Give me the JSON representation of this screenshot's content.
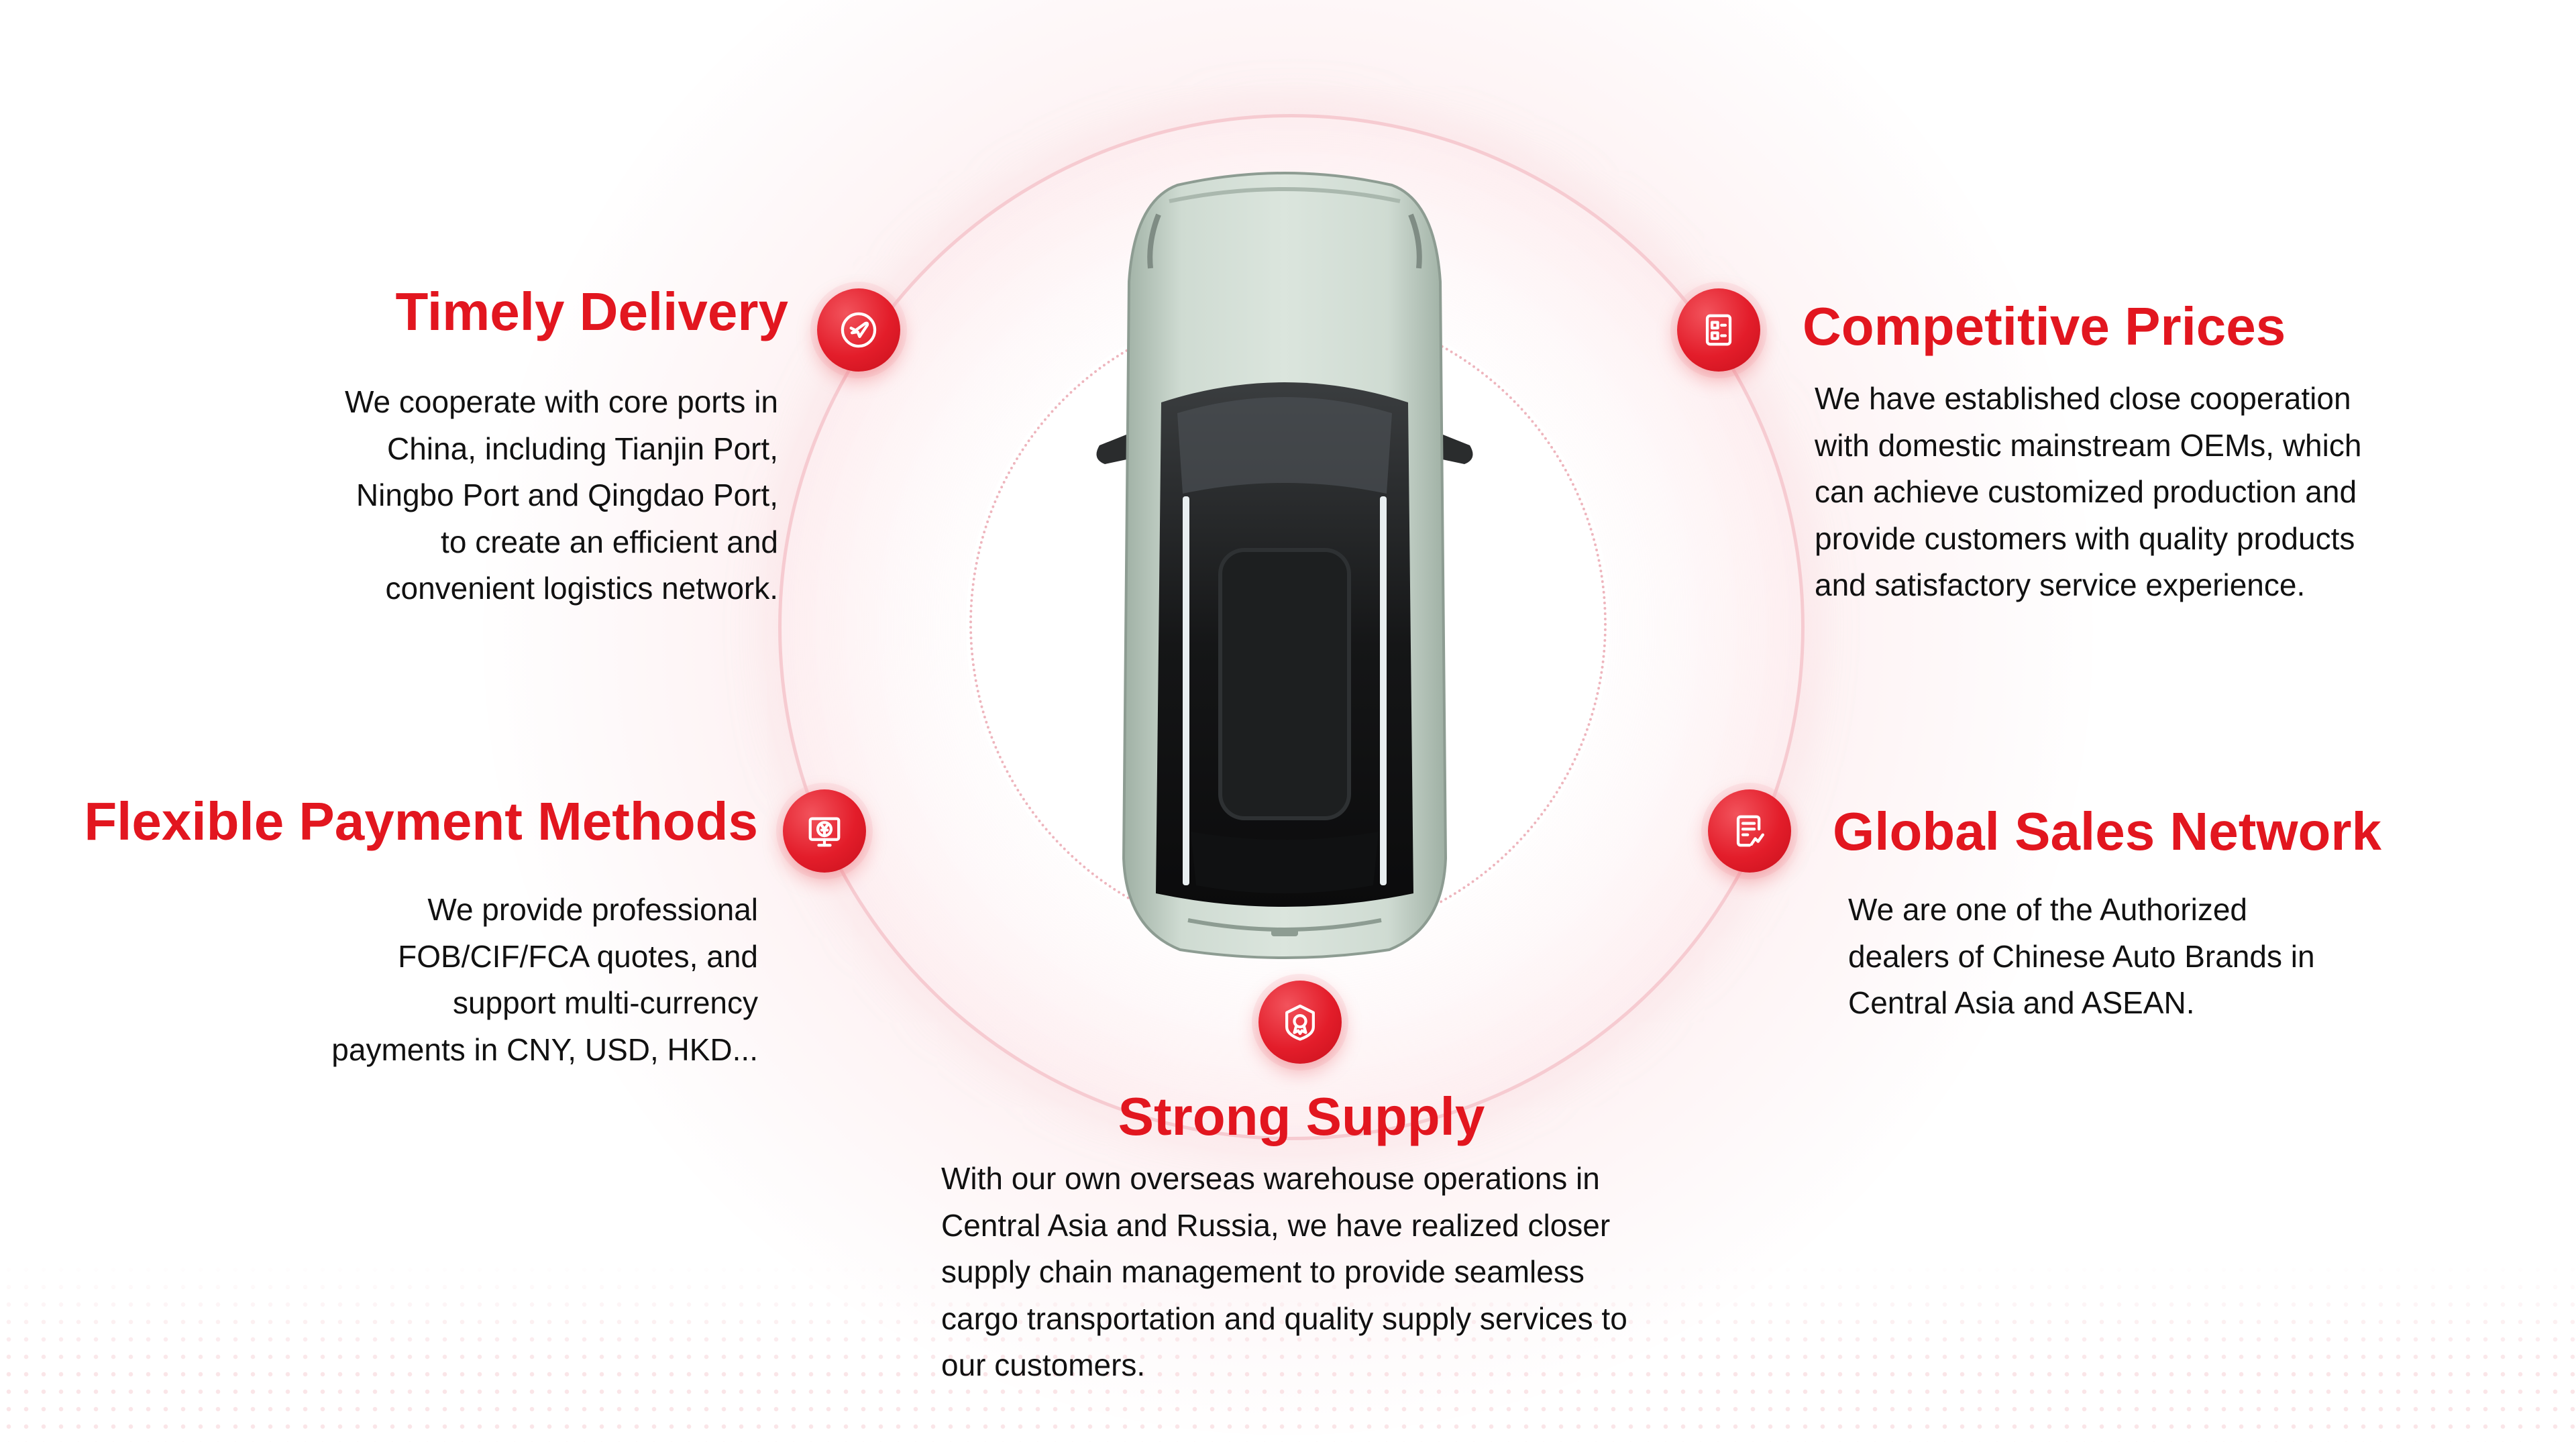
{
  "features": {
    "timely_delivery": {
      "icon": "airplane-icon",
      "title": "Timely Delivery",
      "description": "We cooperate with core ports in\nChina, including Tianjin Port,\nNingbo Port and Qingdao Port,\nto create an efficient and\nconvenient logistics network."
    },
    "competitive_prices": {
      "icon": "price-document-icon",
      "title": "Competitive Prices",
      "description": "We have established close cooperation\nwith domestic mainstream OEMs, which\ncan achieve customized production and\nprovide customers with quality products\nand satisfactory service experience."
    },
    "flexible_payment": {
      "icon": "yuan-monitor-icon",
      "title": "Flexible Payment Methods",
      "description": "We provide professional\nFOB/CIF/FCA quotes, and\nsupport multi-currency\npayments in CNY, USD, HKD..."
    },
    "global_sales": {
      "icon": "sales-chart-document-icon",
      "title": "Global Sales Network",
      "description": "We are one of the Authorized\ndealers of Chinese Auto Brands in\nCentral Asia and ASEAN."
    },
    "strong_supply": {
      "icon": "award-shield-icon",
      "title": "Strong Supply",
      "description": "With our own overseas warehouse operations in\nCentral Asia and Russia, we have realized closer\nsupply chain management to provide seamless\ncargo transportation and quality supply services to\nour customers."
    }
  },
  "colors": {
    "accent_red": "#e2161f",
    "text_dark": "#111111",
    "ring_pink": "#f2c5cb",
    "car_body": "#c6d3c9"
  }
}
